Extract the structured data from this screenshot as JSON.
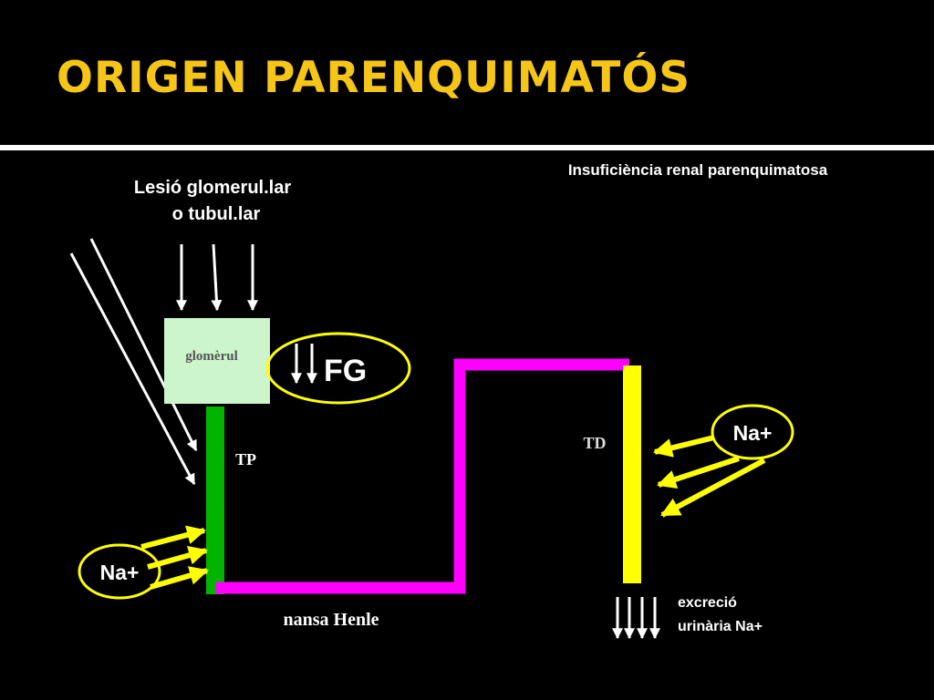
{
  "title": "ORIGEN PARENQUIMATÓS",
  "labels": {
    "top_right": "Insuficiència renal parenquimatosa",
    "lesion_line1": "Lesió glomerul.lar",
    "lesion_line2": "o tubul.lar",
    "glomerul": "glomèrul",
    "fg": "FG",
    "tp": "TP",
    "td": "TD",
    "na_left": "Na+",
    "na_right": "Na+",
    "henle": "nansa Henle",
    "excretion_line1": "excreció",
    "excretion_line2": "urinària Na+"
  },
  "colors": {
    "title": "#f5c518",
    "glomerulus_box": "#ccf5cc",
    "proximal_tubule": "#00b400",
    "henle_loop": "#ff00ff",
    "distal_tubule": "#ffff00",
    "na_arrows": "#ffff00",
    "ellipse_outline": "#ffff00"
  },
  "icons": {
    "fg_arrows": "double-down-arrow-icon",
    "excretion_arrows": "four-down-arrows-icon"
  }
}
